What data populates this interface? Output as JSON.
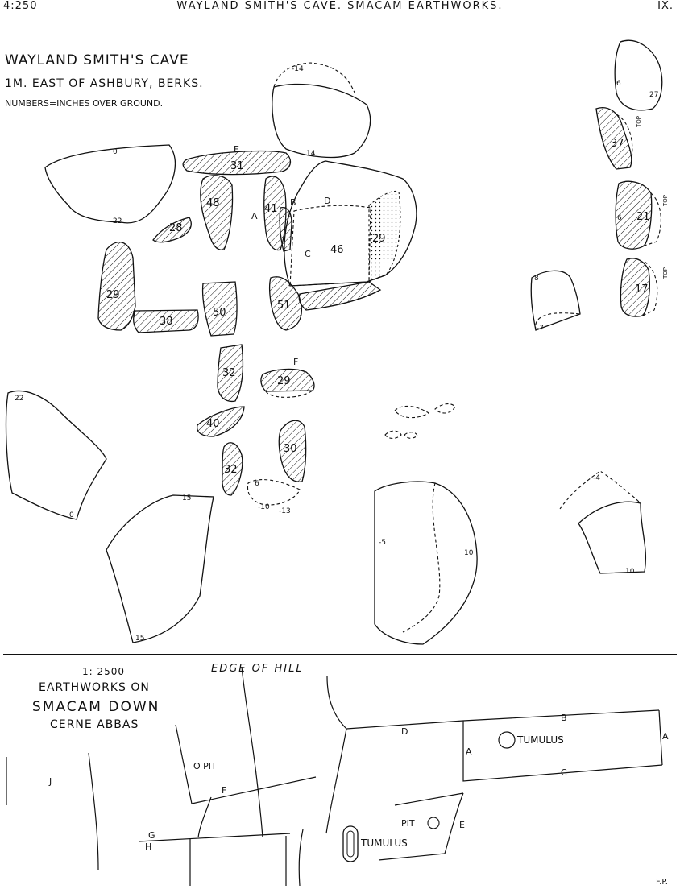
{
  "header": {
    "left": "4:250",
    "center": "WAYLAND SMITH'S CAVE.   SMACAM EARTHWORKS.",
    "right": "IX."
  },
  "upper": {
    "title": "WAYLAND SMITH'S CAVE",
    "subtitle": "1M. EAST OF ASHBURY, BERKS.",
    "note": "NUMBERS=INCHES OVER GROUND.",
    "stones": {
      "s31": "31",
      "s48": "48",
      "s41": "41",
      "s28": "28",
      "s29a": "29",
      "s38": "38",
      "s50": "50",
      "s51": "51",
      "s46": "46",
      "s29b": "29",
      "s32a": "32",
      "s29c": "29",
      "s40": "40",
      "s30": "30",
      "s32b": "32",
      "s37": "37",
      "s21": "21",
      "s17": "17"
    },
    "letters": {
      "E": "E",
      "A": "A",
      "B": "B",
      "D": "D",
      "C": "C",
      "F": "F"
    },
    "levels": {
      "l0a": "0",
      "l22a": "22",
      "l14a": "-14",
      "l14b": "14",
      "l22b": "22",
      "l0b": "0",
      "l15a": "15",
      "l15b": "15",
      "l6a": "6",
      "l10a": "-10",
      "l13": "-13",
      "l5": "-5",
      "l10b": "10",
      "l4": "-4",
      "l10c": "10",
      "l8": "8",
      "l7": "-7",
      "l6b": "6",
      "l27": "27",
      "l6c": "6",
      "top1": "TOP",
      "top2": "TOP",
      "top3": "TOP"
    }
  },
  "lower": {
    "scale": "1: 2500",
    "title1": "EARTHWORKS ON",
    "title2": "SMACAM DOWN",
    "title3": "CERNE ABBAS",
    "edge": "EDGE OF HILL",
    "pit1": "O PIT",
    "pit2": "PIT",
    "tumulus1": "TUMULUS",
    "tumulus2": "TUMULUS",
    "letters": {
      "A1": "A",
      "A2": "A",
      "B": "B",
      "C": "C",
      "D": "D",
      "E": "E",
      "F": "F",
      "G": "G",
      "H": "H",
      "J": "J"
    }
  },
  "signature": "F.P."
}
